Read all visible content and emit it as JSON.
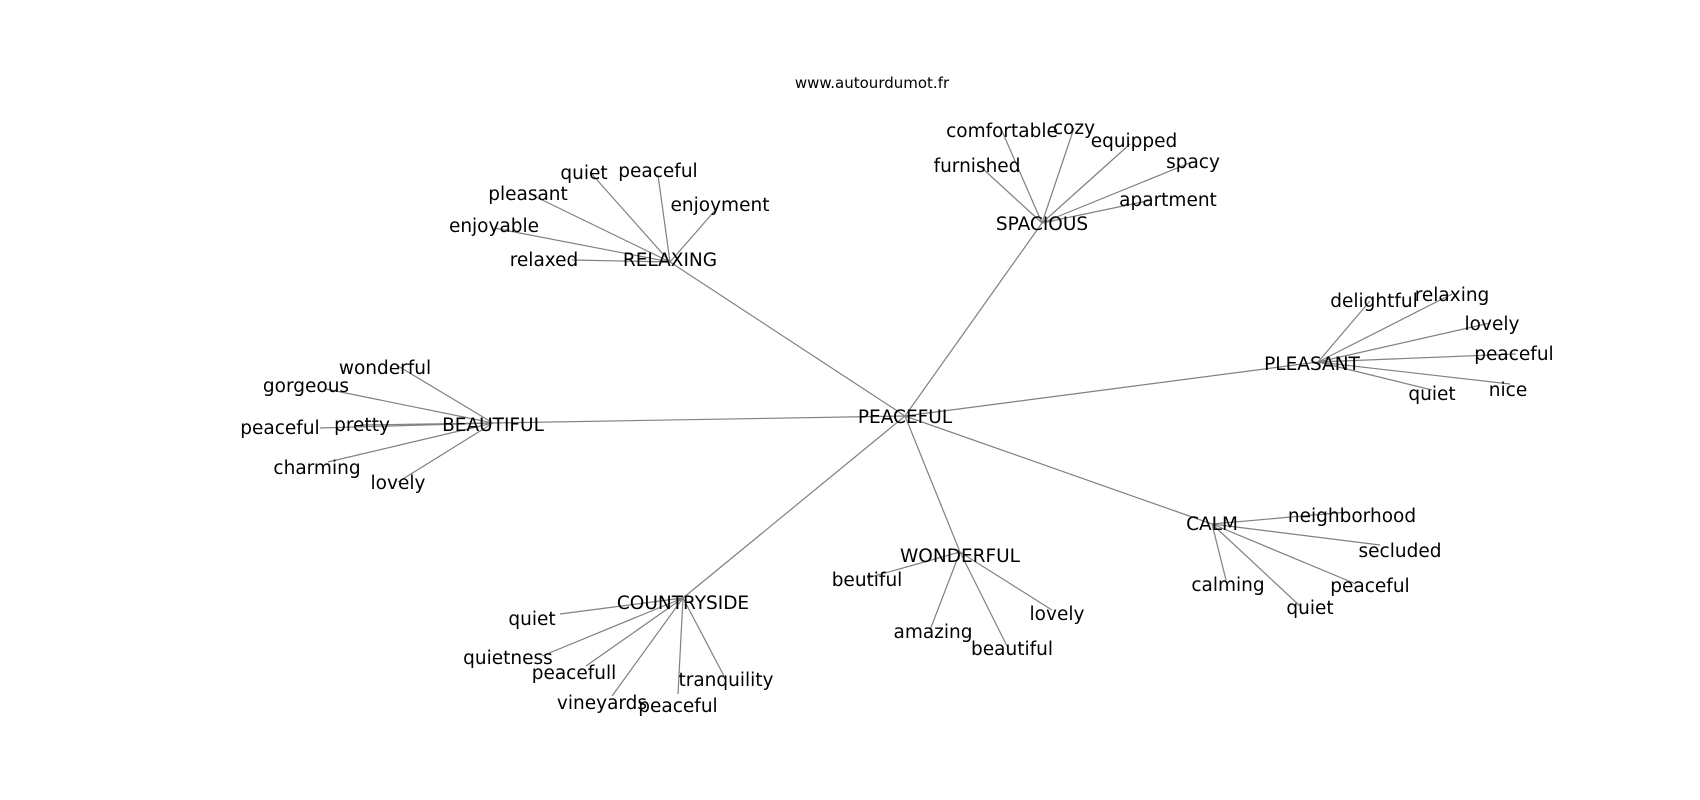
{
  "source": "www.autourdumot.fr",
  "graph": {
    "center": "PEACEFUL",
    "clusters": [
      {
        "label": "RELAXING",
        "words": [
          "quiet",
          "peaceful",
          "pleasant",
          "enjoyment",
          "enjoyable",
          "relaxed"
        ]
      },
      {
        "label": "SPACIOUS",
        "words": [
          "comfortable",
          "cozy",
          "equipped",
          "furnished",
          "spacy",
          "apartment"
        ]
      },
      {
        "label": "PLEASANT",
        "words": [
          "delightful",
          "relaxing",
          "lovely",
          "peaceful",
          "quiet",
          "nice"
        ]
      },
      {
        "label": "BEAUTIFUL",
        "words": [
          "wonderful",
          "gorgeous",
          "peaceful",
          "pretty",
          "charming",
          "lovely"
        ]
      },
      {
        "label": "CALM",
        "words": [
          "neighborhood",
          "secluded",
          "calming",
          "peaceful",
          "quiet"
        ]
      },
      {
        "label": "WONDERFUL",
        "words": [
          "beutiful",
          "lovely",
          "amazing",
          "beautiful"
        ]
      },
      {
        "label": "COUNTRYSIDE",
        "words": [
          "quiet",
          "quietness",
          "peacefull",
          "tranquility",
          "vineyards",
          "peaceful"
        ]
      }
    ]
  },
  "colors": {
    "edge": "#808080",
    "text": "#000000"
  }
}
